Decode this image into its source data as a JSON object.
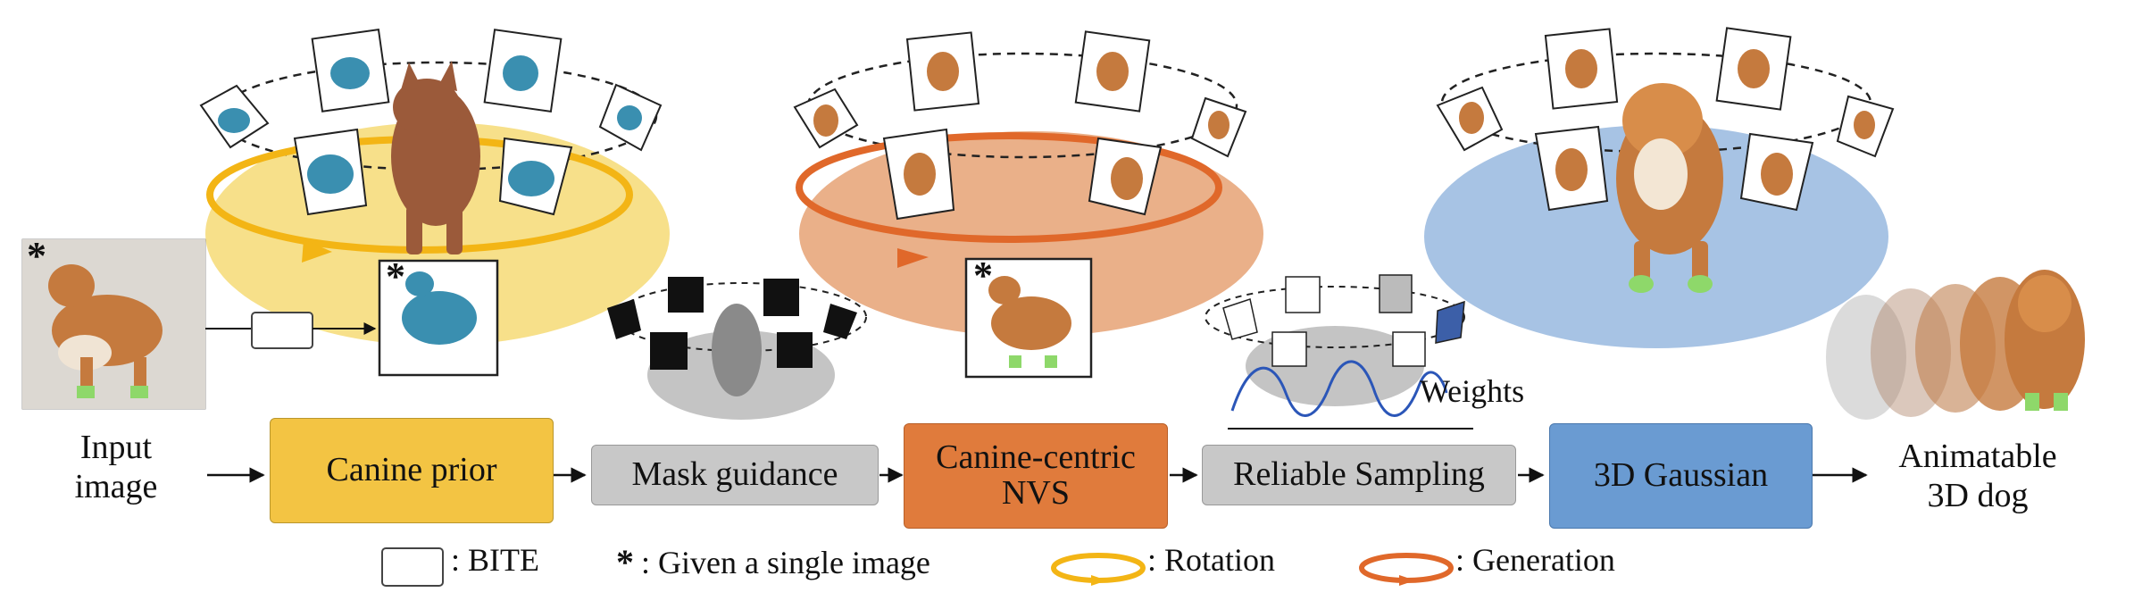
{
  "labels": {
    "input": [
      "Input",
      "image"
    ],
    "output": [
      "Animatable",
      "3D dog"
    ],
    "weights": "Weights"
  },
  "stages": [
    {
      "id": "canine-prior",
      "label": "Canine prior",
      "color": "#f3c443"
    },
    {
      "id": "mask-guidance",
      "label": "Mask guidance",
      "color": "#c8c8c8"
    },
    {
      "id": "nvs",
      "label": "Canine-centric NVS",
      "color": "#e07b3c"
    },
    {
      "id": "reliable-sampling",
      "label": "Reliable Sampling",
      "color": "#c8c8c8"
    },
    {
      "id": "gaussian",
      "label": "3D Gaussian",
      "color": "#6a9bd2"
    }
  ],
  "legend": {
    "bite": ": BITE",
    "given": ": Given a single image",
    "given_symbol": "*",
    "rotation": ": Rotation",
    "generation": ": Generation"
  },
  "colors": {
    "yellow_disc": "#f7e08a",
    "orange_disc": "#eab089",
    "blue_disc": "#a7c3e4",
    "gray_disc": "#c4c4c4",
    "wave": "#2b56b8",
    "dog_fur": "#c57a3e",
    "bite_blue": "#3a8fb0",
    "paw_green": "#8ed86a"
  },
  "star": "*"
}
